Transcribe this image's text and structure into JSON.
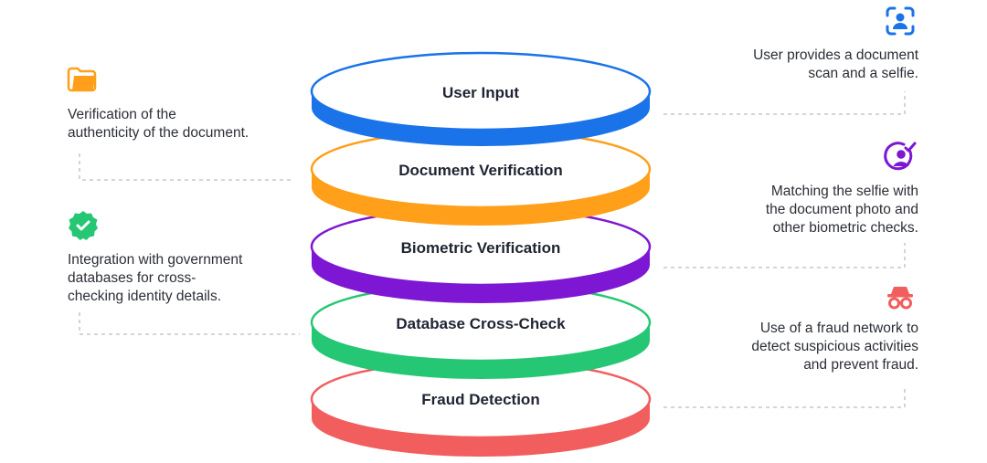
{
  "layers": [
    {
      "label": "User Input",
      "color": "#1a73e8"
    },
    {
      "label": "Document Verification",
      "color": "#ff9f1a"
    },
    {
      "label": "Biometric Verification",
      "color": "#7e17d4"
    },
    {
      "label": "Database Cross-Check",
      "color": "#25c774"
    },
    {
      "label": "Fraud Detection",
      "color": "#f25d5d"
    }
  ],
  "descriptions": {
    "user_input": "User provides a document\nscan and a selfie.",
    "document": "Verification of the\nauthenticity of the document.",
    "biometric": "Matching the selfie with\nthe document photo and\nother biometric checks.",
    "database": "Integration with government\ndatabases for cross-\nchecking identity details.",
    "fraud": "Use of a fraud network to\ndetect suspicious activities\nand prevent fraud."
  },
  "icons": {
    "user_input": {
      "name": "face-scan-icon",
      "color": "#1a73e8"
    },
    "document": {
      "name": "folder-icon",
      "color": "#ff9f1a"
    },
    "biometric": {
      "name": "user-check-icon",
      "color": "#7e17d4"
    },
    "database": {
      "name": "verified-badge-icon",
      "color": "#25c774"
    },
    "fraud": {
      "name": "incognito-icon",
      "color": "#f25d5d"
    }
  }
}
